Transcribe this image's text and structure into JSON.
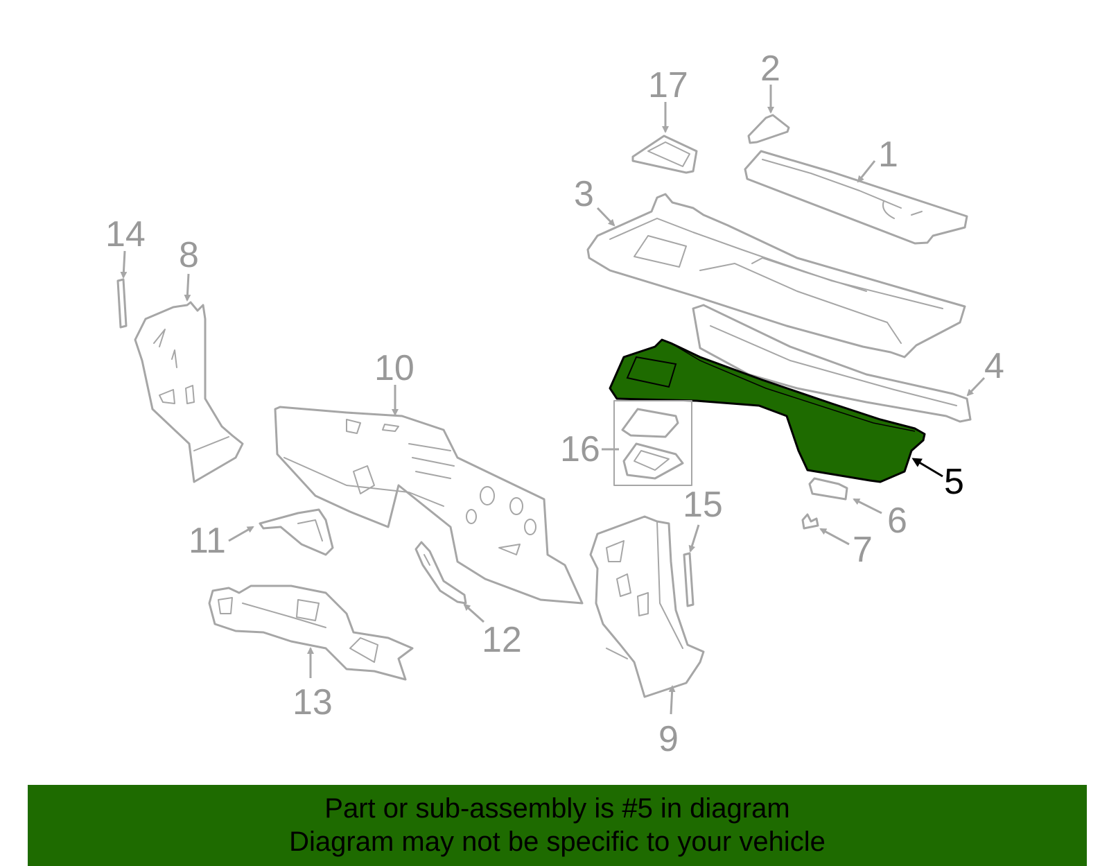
{
  "diagram": {
    "highlight_color": "#1e6b00",
    "part_stroke_color": "#a6a6a6",
    "callouts": {
      "c1": "1",
      "c2": "2",
      "c3": "3",
      "c4": "4",
      "c5": "5",
      "c6": "6",
      "c7": "7",
      "c8": "8",
      "c9": "9",
      "c10": "10",
      "c11": "11",
      "c12": "12",
      "c13": "13",
      "c14": "14",
      "c15": "15",
      "c16": "16",
      "c17": "17"
    },
    "highlighted_part": "5"
  },
  "banner": {
    "line1": "Part or sub-assembly is #5 in diagram",
    "line2": "Diagram may not be specific to your vehicle",
    "background": "#1e6b00"
  }
}
